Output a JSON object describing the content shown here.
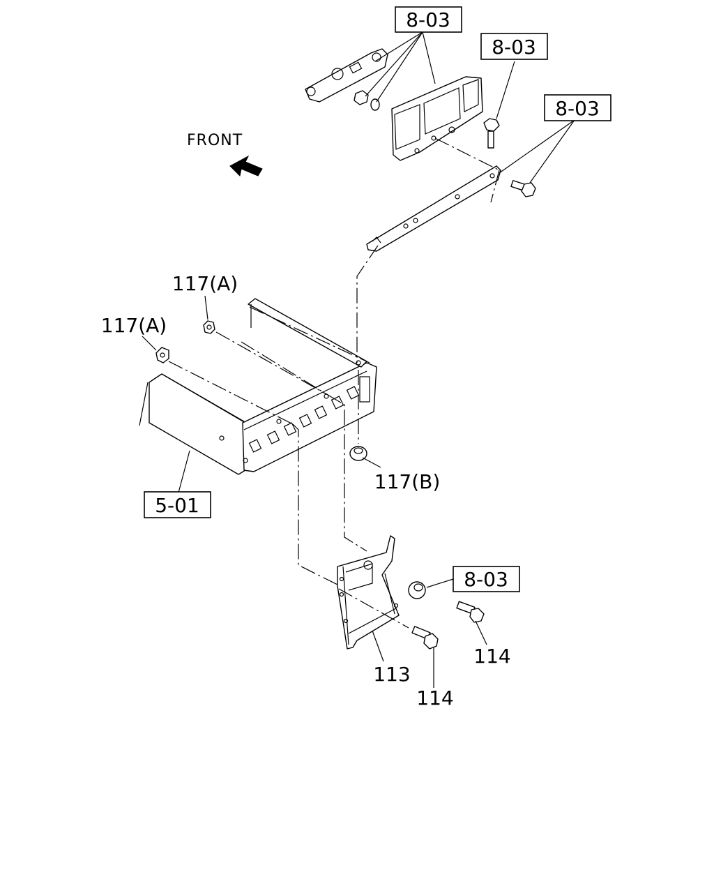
{
  "direction_label": "FRONT",
  "callouts": {
    "top_ref": "8-03",
    "bolt_ref": "8-03",
    "bracket_ref": "8-03",
    "frame_ref": "5-01",
    "clip_ref": "8-03",
    "nut_a_upper": "117(A)",
    "nut_a_lower": "117(A)",
    "nut_b": "117(B)",
    "bracket": "113",
    "bolt_right": "114",
    "bolt_lower": "114"
  },
  "icons": {
    "front_arrow": "arrow-upper-left-icon"
  }
}
